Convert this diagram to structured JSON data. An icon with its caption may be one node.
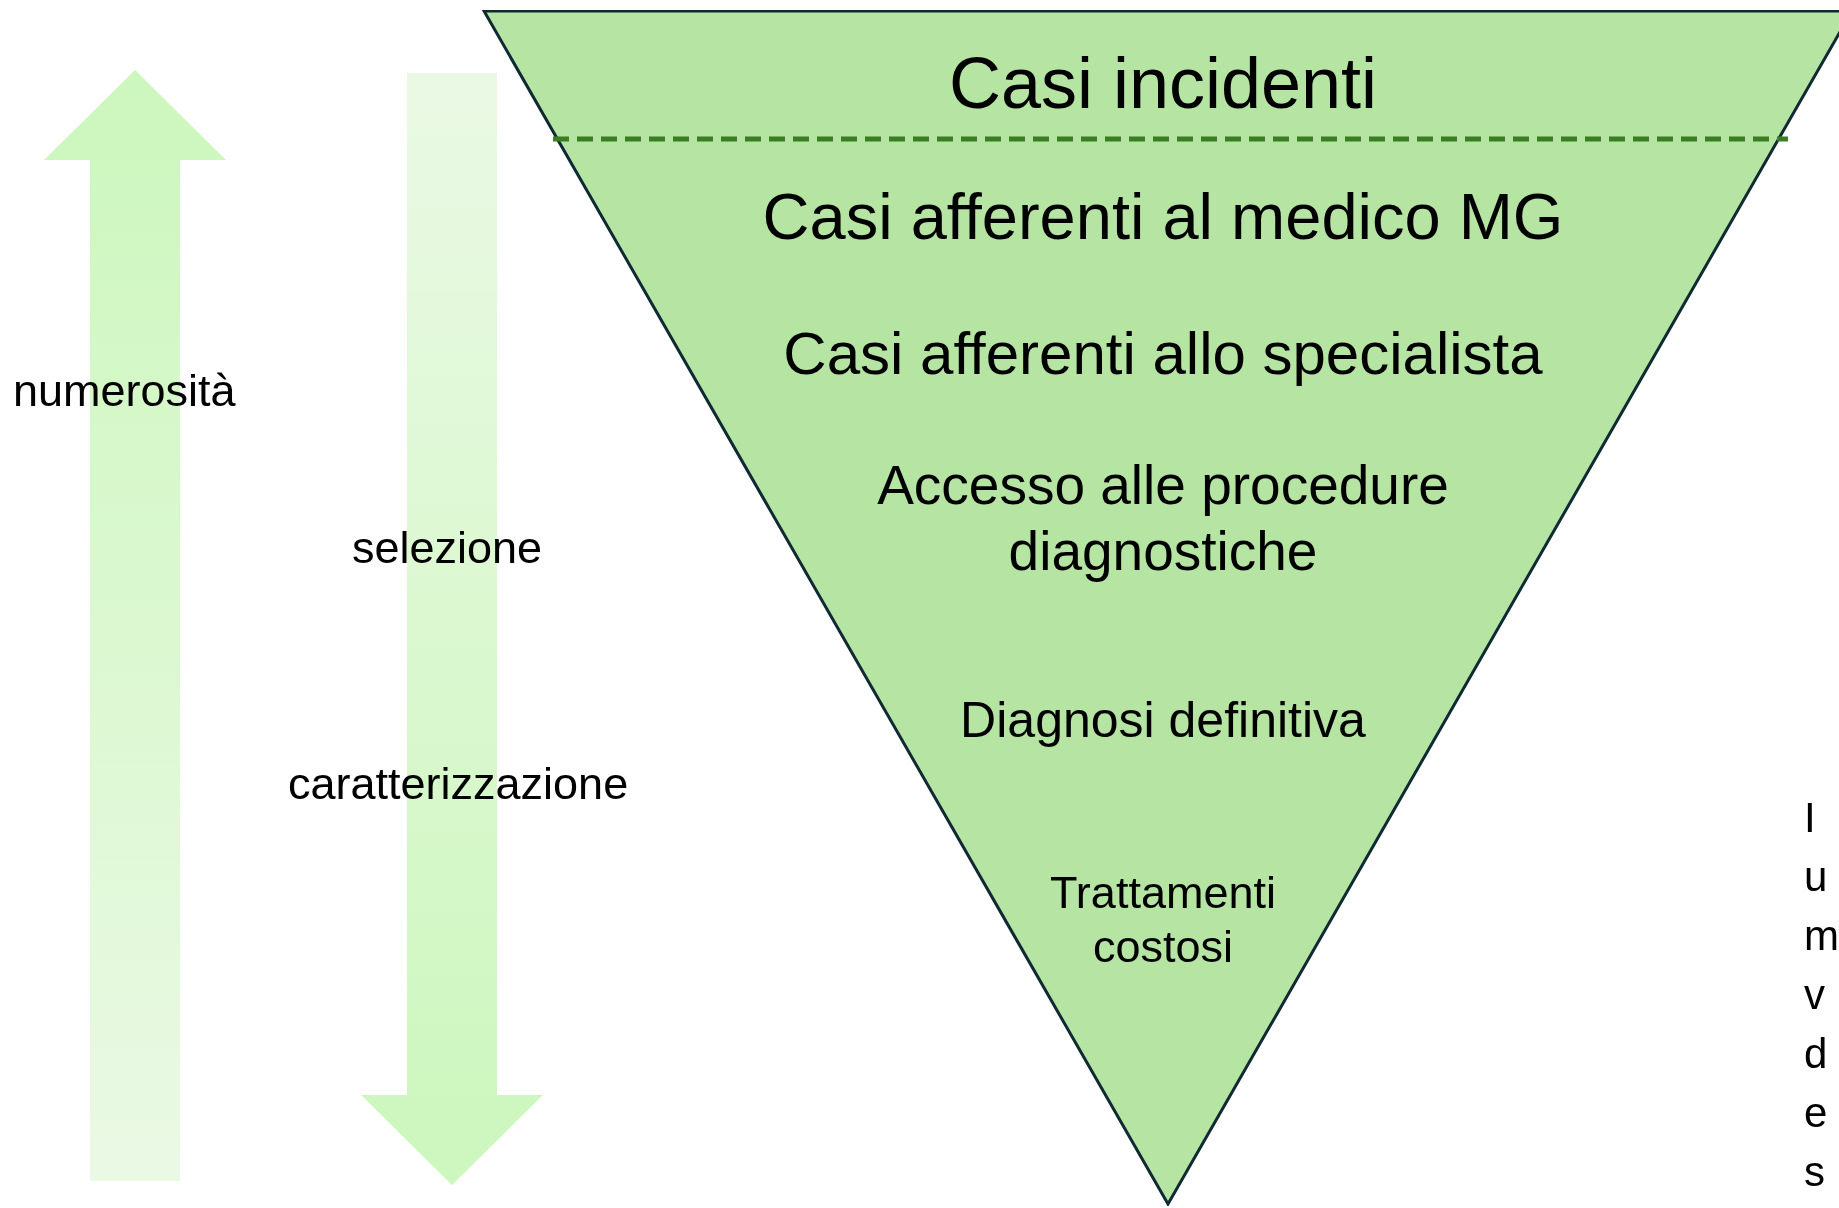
{
  "diagram": {
    "nodes": [
      {
        "text": [],
        "shape": "triangle"
      },
      {
        "text": [
          "Casi incidenti"
        ],
        "in": 0
      },
      {
        "text": [
          "Casi afferenti al medico MG"
        ],
        "in": 0
      },
      {
        "text": [
          "Casi afferenti allo specialista"
        ],
        "in": 0
      },
      {
        "text": [
          "Accesso alle procedure diagnostiche"
        ],
        "in": 0
      },
      {
        "text": [
          "Diagnosi definitiva"
        ],
        "in": 0
      },
      {
        "text": [
          "Trattamenti costosi"
        ],
        "in": 0
      }
    ],
    "edges": [],
    "labels": [
      "numerosità",
      "selezione",
      "caratterizzazione",
      "I u m v d e s"
    ]
  }
}
